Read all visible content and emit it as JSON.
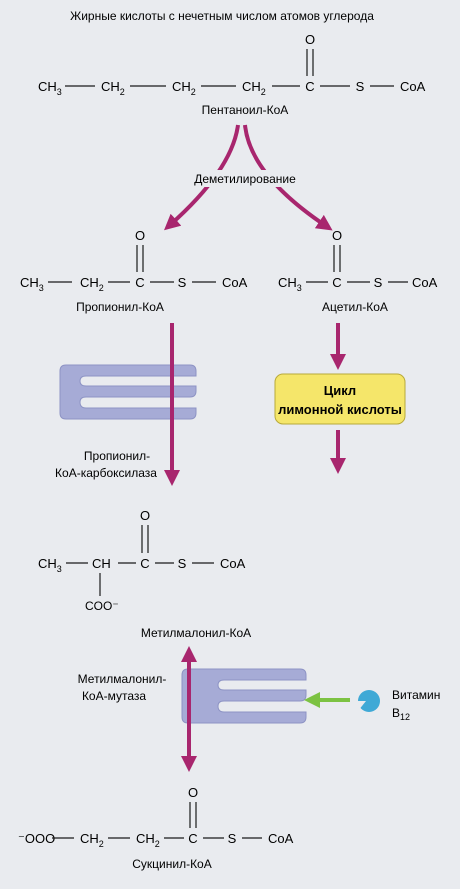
{
  "header": {
    "title": "Жирные кислоты с нечетным числом атомов углерода"
  },
  "pentanoyl": {
    "atoms": [
      "CH",
      "CH",
      "CH",
      "CH",
      "C",
      "S",
      "CoA"
    ],
    "subs": [
      "3",
      "2",
      "2",
      "2"
    ],
    "oxygen": "O",
    "name": "Пентаноил-КоА"
  },
  "step1": {
    "label": "Деметилирование"
  },
  "propionyl": {
    "atoms": [
      "CH",
      "CH",
      "C",
      "S",
      "CoA"
    ],
    "subs": [
      "3",
      "2"
    ],
    "oxygen": "O",
    "name": "Пропионил-КоА"
  },
  "acetyl": {
    "atoms": [
      "CH",
      "C",
      "S",
      "CoA"
    ],
    "subs": [
      "3"
    ],
    "oxygen": "O",
    "name": "Ацетил-КоА"
  },
  "tca": {
    "line1": "Цикл",
    "line2": "лимонной кислоты"
  },
  "enzyme1": {
    "line1": "Пропионил-",
    "line2": "КоА-карбоксилаза"
  },
  "methylmalonyl": {
    "atoms": [
      "CH",
      "CH",
      "C",
      "S",
      "CoA"
    ],
    "subs": [
      "3"
    ],
    "oxygen": "O",
    "branch": "COO⁻",
    "name": "Метилмалонил-КоА"
  },
  "enzyme2": {
    "line1": "Метилмалонил-",
    "line2": "КоА-мутаза"
  },
  "vitamin": {
    "line1": "Витамин",
    "line2": "B",
    "sub": "12"
  },
  "succinyl": {
    "atoms": [
      "⁻OOO",
      "CH",
      "CH",
      "C",
      "S",
      "CoA"
    ],
    "subs": [
      "2",
      "2"
    ],
    "oxygen": "O",
    "name": "Сукцинил-КоА"
  },
  "colors": {
    "arrow": "#a8266e",
    "enzyme": "#a6abd6",
    "tca_box": "#f5e66a",
    "vitamin_arrow": "#7cc242",
    "vitamin_ball": "#3fa9d6"
  }
}
